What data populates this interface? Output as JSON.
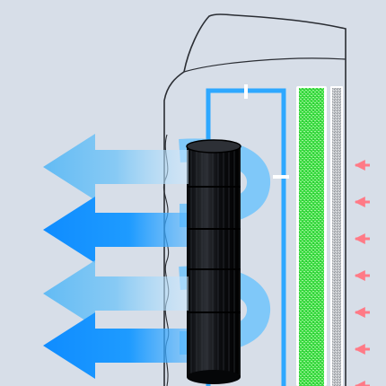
{
  "diagram": {
    "subject": "air-purifier-airflow-cross-section",
    "colors": {
      "background": "#d7dee8",
      "outline": "#2a2d33",
      "duct": "#2ea8ff",
      "filter_green": "#3ddc44",
      "filter_green_light": "#8ff28c",
      "filter_grey": "#b9bcc0",
      "fan_dark": "#111317",
      "arrow_blue": "#1e9bff",
      "arrow_blue_light": "#7cc9f5",
      "intake_red": "#ff7a86"
    },
    "outflow_arrow_count": 4,
    "intake_arrow_count": 7,
    "icons": [
      "tower-fan",
      "hepa-filter",
      "pre-filter",
      "outflow-arrow",
      "intake-arrow"
    ]
  }
}
